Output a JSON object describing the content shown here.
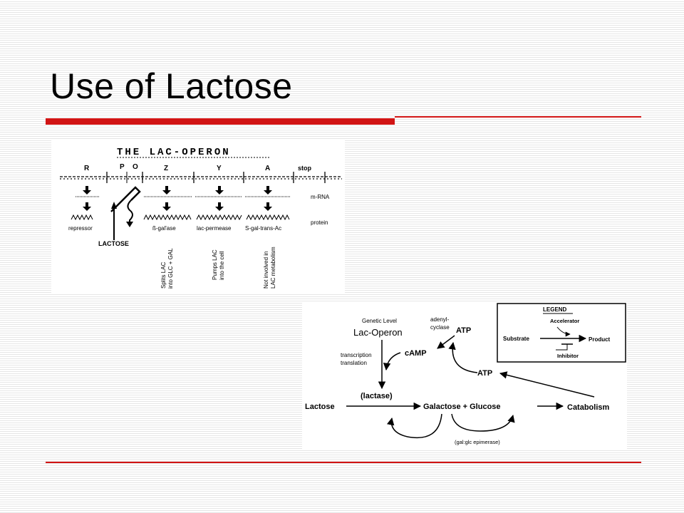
{
  "slide": {
    "title": "Use of Lactose"
  },
  "operon": {
    "title": "THE LAC-OPERON",
    "genes": [
      "R",
      "P",
      "O",
      "Z",
      "Y",
      "A"
    ],
    "stop": "stop",
    "row_labels": {
      "mrna": "m-RNA",
      "protein": "protein"
    },
    "proteins": {
      "r": "repressor",
      "z": "ß-gal'ase",
      "y": "lac-permease",
      "a": "S-gal-trans-Ac"
    },
    "lactose": "LACTOSE",
    "notes": {
      "z": [
        "Splits LAC",
        "into GLC + GAL"
      ],
      "y": [
        "Pumps LAC",
        "into the cell"
      ],
      "a": [
        "Not involved in",
        "LAC metabolism"
      ]
    }
  },
  "pathway": {
    "legend": {
      "title": "LEGEND",
      "accelerator": "Accelerator",
      "substrate": "Substrate",
      "product": "Product",
      "inhibitor": "Inhibitor"
    },
    "genetic_level": "Genetic Level",
    "lac_operon": "Lac-Operon",
    "transcription": "transcription",
    "translation": "translation",
    "adenyl": "adenyl-",
    "cyclase": "cyclase",
    "atp_top": "ATP",
    "camp": "cAMP",
    "atp_mid": "ATP",
    "lactase": "(lactase)",
    "lactose": "Lactose",
    "galactose_glucose": "Galactose + Glucose",
    "catabolism": "Catabolism",
    "epimerase": "(gal:glc epimerase)"
  }
}
